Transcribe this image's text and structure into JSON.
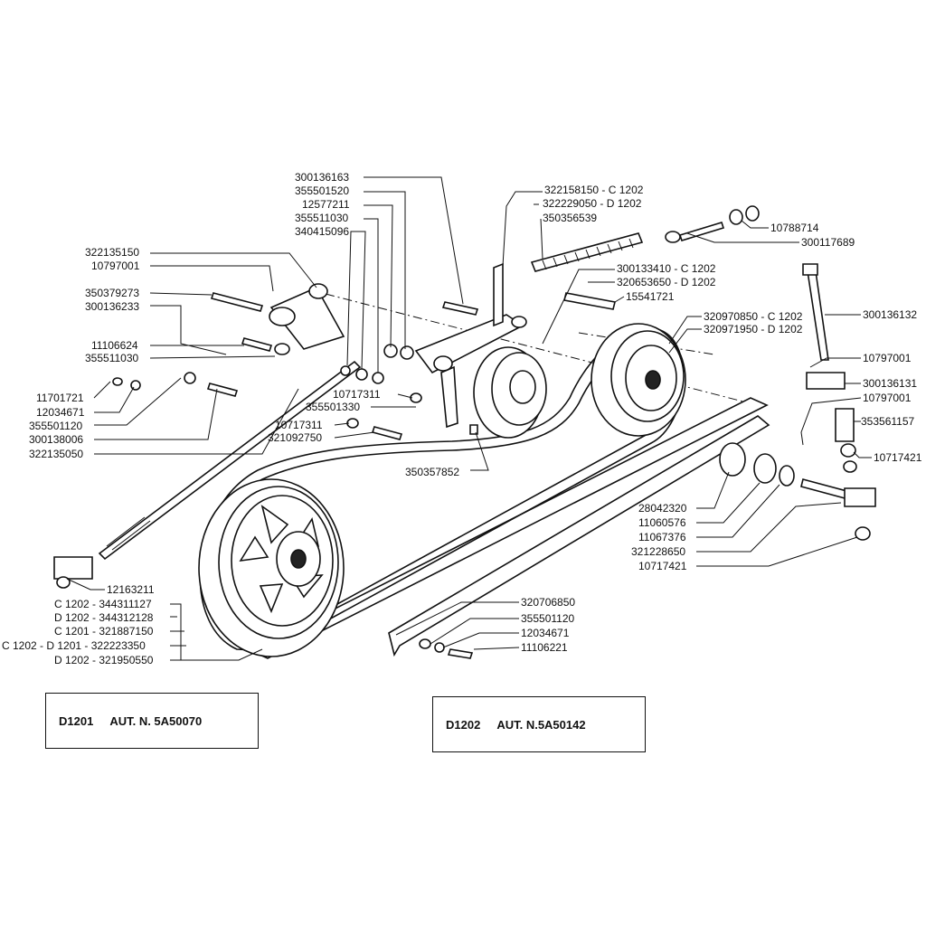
{
  "labels": {
    "l300136163": "300136163",
    "l355501520": "355501520",
    "l12577211": "12577211",
    "l355511030a": "355511030",
    "l340415096": "340415096",
    "l322135150": "322135150",
    "l10797001a": "10797001",
    "l350379273": "350379273",
    "l300136233": "300136233",
    "l11106624": "11106624",
    "l355511030b": "355511030",
    "l11701721": "11701721",
    "l12034671a": "12034671",
    "l355501120a": "355501120",
    "l300138006": "300138006",
    "l322135050": "322135050",
    "l10717311a": "10717311",
    "l355501330": "355501330",
    "l10717311b": "10717311",
    "l321092750": "321092750",
    "l350357852": "350357852",
    "l322158150": "322158150 - C 1202",
    "l322229050": "322229050 - D 1202",
    "l350356539": "350356539",
    "l10788714": "10788714",
    "l300117689": "300117689",
    "l300133410": "300133410 - C 1202",
    "l320653650": "320653650 - D 1202",
    "l15541721": "15541721",
    "l320970850": "320970850 - C 1202",
    "l320971950": "320971950 - D 1202",
    "l300136132": "300136132",
    "l10797001b": "10797001",
    "l300136131": "300136131",
    "l10797001c": "10797001",
    "l353561157": "353561157",
    "l10717421a": "10717421",
    "l28042320": "28042320",
    "l11060576": "11060576",
    "l11067376": "11067376",
    "l321228650": "321228650",
    "l10717421b": "10717421",
    "l12163211": "12163211",
    "l344311127": "C 1202 - 344311127",
    "l344312128": "D 1202 - 344312128",
    "l321887150": "C 1201 - 321887150",
    "l322223350": "C 1202 - D 1201 - 322223350",
    "l321950550": "D 1202 - 321950550",
    "l320706850": "320706850",
    "l355501120b": "355501120",
    "l12034671b": "12034671",
    "l11106221": "11106221"
  },
  "models": [
    {
      "code": "D1201",
      "aut": "AUT. N. 5A50070"
    },
    {
      "code": "D1202",
      "aut": "AUT. N.5A50142"
    }
  ]
}
